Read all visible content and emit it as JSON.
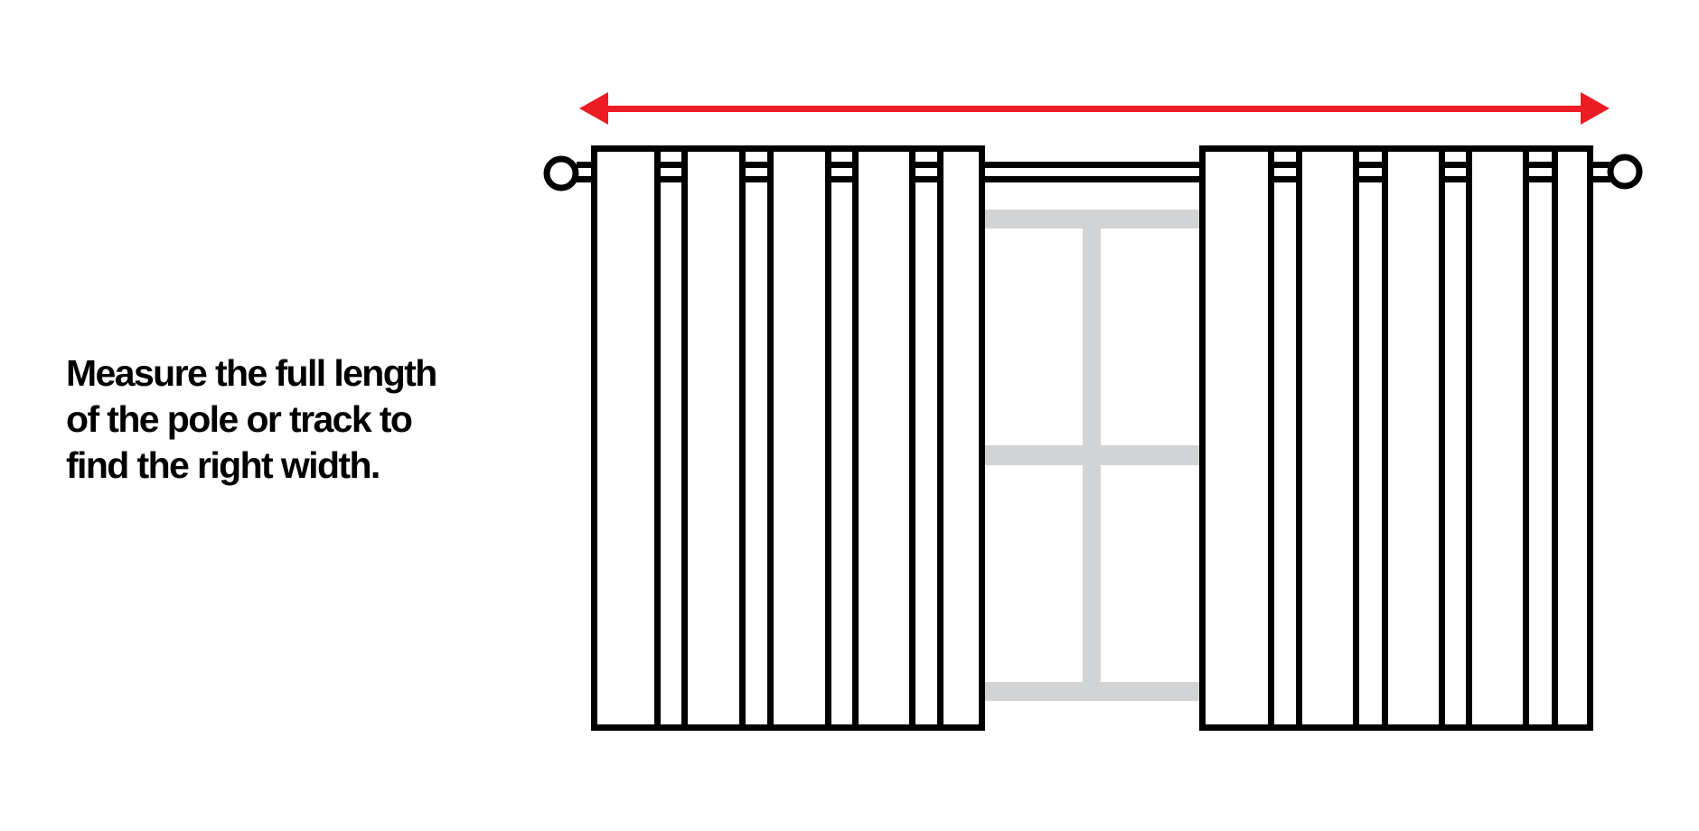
{
  "caption": {
    "lines": [
      "Measure the full length",
      "of the pole or track to",
      "find the right width."
    ]
  },
  "diagram": {
    "subject": "curtain pole width measurement",
    "measurement_arrow": {
      "color": "#ED1C24",
      "direction": "double-headed horizontal",
      "spans": "full pole length including finials"
    },
    "pole": {
      "color": "#000000",
      "finials": 2
    },
    "curtain_panels": [
      {
        "side": "left",
        "pleats": 5
      },
      {
        "side": "right",
        "pleats": 5
      }
    ],
    "window": {
      "frame_color": "#D1D3D4",
      "panes": 4
    }
  }
}
